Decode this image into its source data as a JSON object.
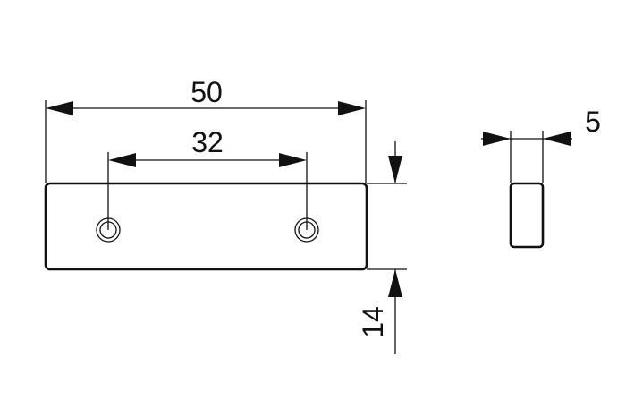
{
  "dimensions": {
    "overall_length": "50",
    "hole_spacing": "32",
    "height": "14",
    "thickness": "5"
  }
}
